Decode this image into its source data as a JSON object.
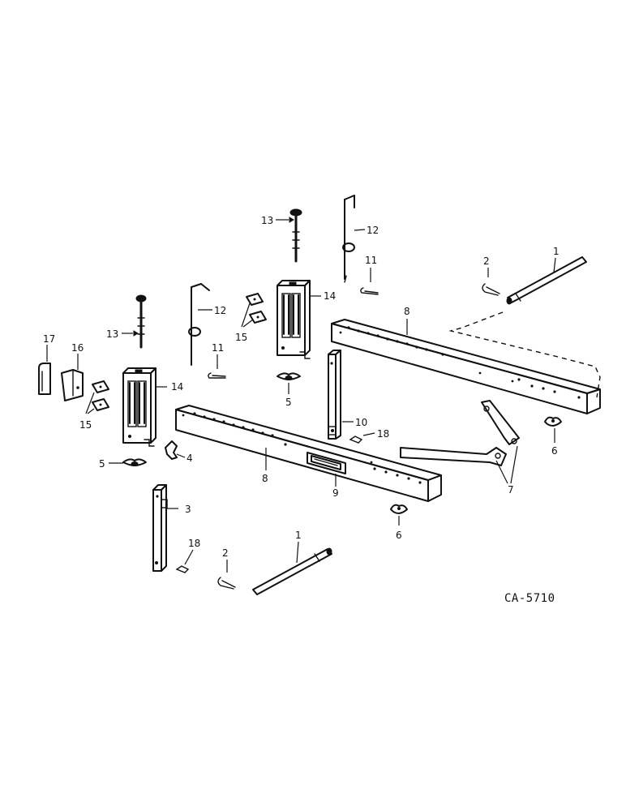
{
  "drawing_code": "CA-5710",
  "callouts": {
    "c1_right": "1",
    "c1_left": "1",
    "c2_right": "2",
    "c2_left": "2",
    "c3": "3",
    "c4": "4",
    "c5_right": "5",
    "c5_left": "5",
    "c6_right": "6",
    "c6_left": "6",
    "c7": "7",
    "c8_right": "8",
    "c8_left": "8",
    "c9": "9",
    "c10": "10",
    "c11_right": "11",
    "c11_left": "11",
    "c12_right": "12",
    "c12_left": "12",
    "c13_right": "13",
    "c13_left": "13",
    "c14_right": "14",
    "c14_left": "14",
    "c15_right": "15",
    "c15_left": "15",
    "c16": "16",
    "c17": "17",
    "c18_right": "18",
    "c18_left": "18"
  }
}
